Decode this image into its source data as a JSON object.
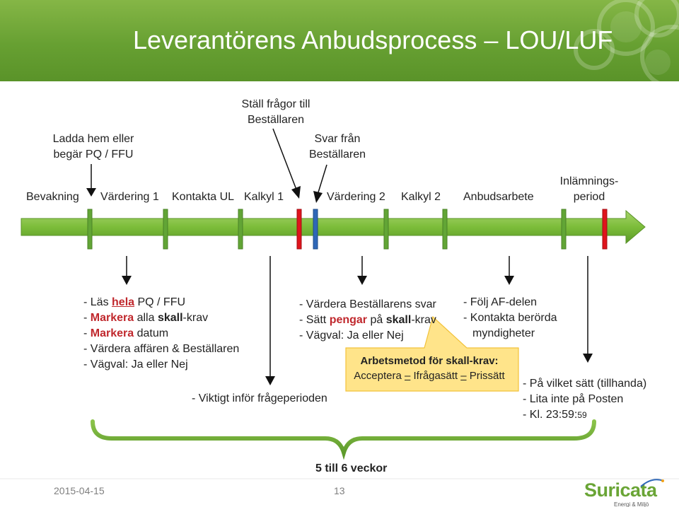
{
  "slide": {
    "title": "Leverantörens Anbudsprocess – LOU/LUF",
    "date": "2015-04-15",
    "page_number": "13",
    "logo_text": "Suricata",
    "logo_tagline": "Energi & Miljö"
  },
  "top_notes": {
    "download_line1": "Ladda hem eller",
    "download_line2": "begär PQ / FFU",
    "questions_line1": "Ställ frågor till",
    "questions_line2": "Beställaren",
    "answers_line1": "Svar från",
    "answers_line2": "Beställaren"
  },
  "phases": {
    "p1": "Bevakning",
    "p2": "Värdering 1",
    "p3": "Kontakta UL",
    "p4": "Kalkyl 1",
    "p5": "Värdering 2",
    "p6": "Kalkyl 2",
    "p7": "Anbudsarbete",
    "p8_line1": "Inlämnings-",
    "p8_line2": "period"
  },
  "box1": {
    "l1_pre": "- Läs ",
    "l1_hl": "hela",
    "l1_post": " PQ / FFU",
    "l2_pre": "- ",
    "l2_hl": "Markera",
    "l2_mid": " alla ",
    "l2_bold": "skall",
    "l2_post": "-krav",
    "l3_pre": "- ",
    "l3_hl": "Markera",
    "l3_post": " datum",
    "l4": "- Värdera affären & Beställaren",
    "l5": "- Vägval: Ja eller Nej"
  },
  "box2": {
    "l1": "- Viktigt inför frågeperioden"
  },
  "box3": {
    "l1": "- Värdera Beställarens svar",
    "l2_pre": "- Sätt ",
    "l2_hl": "pengar",
    "l2_mid": " på ",
    "l2_bold": "skall",
    "l2_post": "-krav",
    "l3": "- Vägval: Ja eller Nej"
  },
  "callout": {
    "title": "Arbetsmetod för skall-krav:",
    "body_pre": "Acceptera ",
    "dash1": "–",
    "mid": " Ifrågasätt ",
    "dash2": "–",
    "body_post": " Prissätt"
  },
  "box4": {
    "l1": "- Följ AF-delen",
    "l2": "- Kontakta berörda",
    "l3": "myndigheter"
  },
  "box5": {
    "l1": "- På vilket sätt (tillhanda)",
    "l2": "- Lita inte på Posten",
    "l3_pre": "- Kl. 23:59:",
    "l3_small": "59"
  },
  "brace_label": "5 till 6 veckor",
  "colors": {
    "header_green": "#67a032",
    "arrow_green": "#82c341",
    "marker_green": "#62a536",
    "marker_red": "#e0141c",
    "marker_blue": "#2f68b8",
    "highlight_red": "#c0282d",
    "callout_yellow": "#ffe48a"
  }
}
